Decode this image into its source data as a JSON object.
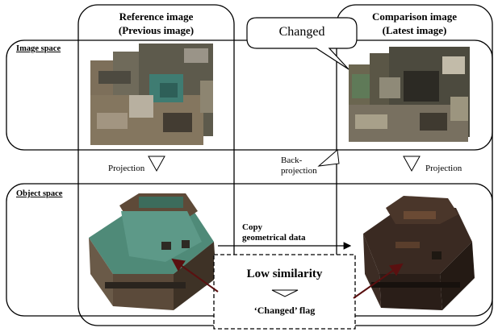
{
  "columns": {
    "reference": {
      "line1": "Reference image",
      "line2": "(Previous image)"
    },
    "comparison": {
      "line1": "Comparison image",
      "line2": "(Latest image)"
    }
  },
  "rows": {
    "image_space": "Image space",
    "object_space": "Object space"
  },
  "callout": {
    "text": "Changed"
  },
  "arrows": {
    "projection_left": "Projection",
    "back_projection_line1": "Back-",
    "back_projection_line2": "projection",
    "projection_right": "Projection",
    "copy_line1": "Copy",
    "copy_line2": "geometrical data"
  },
  "result_box": {
    "title": "Low similarity",
    "flag": "‘Changed’ flag"
  },
  "colors": {
    "frame": "#000000",
    "roof_teal": "#4f8a78",
    "dark_model": "#3a2a22",
    "satellite_bg": "#6b6650",
    "arrow": "#5a1010"
  }
}
